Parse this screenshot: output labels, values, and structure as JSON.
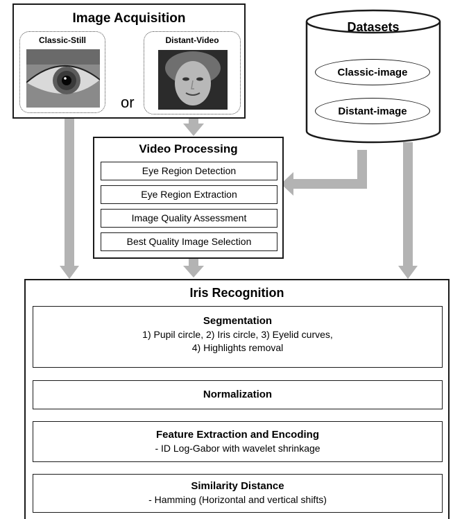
{
  "acquisition": {
    "title": "Image Acquisition",
    "classic_label": "Classic-Still",
    "distant_label": "Distant-Video",
    "or_text": "or"
  },
  "datasets": {
    "title": "Datasets",
    "items": [
      "Classic-image",
      "Distant-image"
    ]
  },
  "video_processing": {
    "title": "Video Processing",
    "steps": [
      "Eye Region  Detection",
      "Eye Region Extraction",
      "Image Quality Assessment",
      "Best Quality Image Selection"
    ]
  },
  "iris_recognition": {
    "title": "Iris Recognition",
    "segmentation": {
      "title": "Segmentation",
      "line1": "1) Pupil circle, 2) Iris circle, 3) Eyelid curves,",
      "line2": "4) Highlights removal"
    },
    "normalization": {
      "title": "Normalization"
    },
    "feature": {
      "title": "Feature Extraction and Encoding",
      "detail": "- ID Log-Gabor  with wavelet  shrinkage"
    },
    "similarity": {
      "title": "Similarity Distance",
      "detail": "- Hamming  (Horizontal and vertical shifts)"
    }
  },
  "colors": {
    "arrow": "#b3b3b3",
    "border": "#1a1a1a"
  }
}
